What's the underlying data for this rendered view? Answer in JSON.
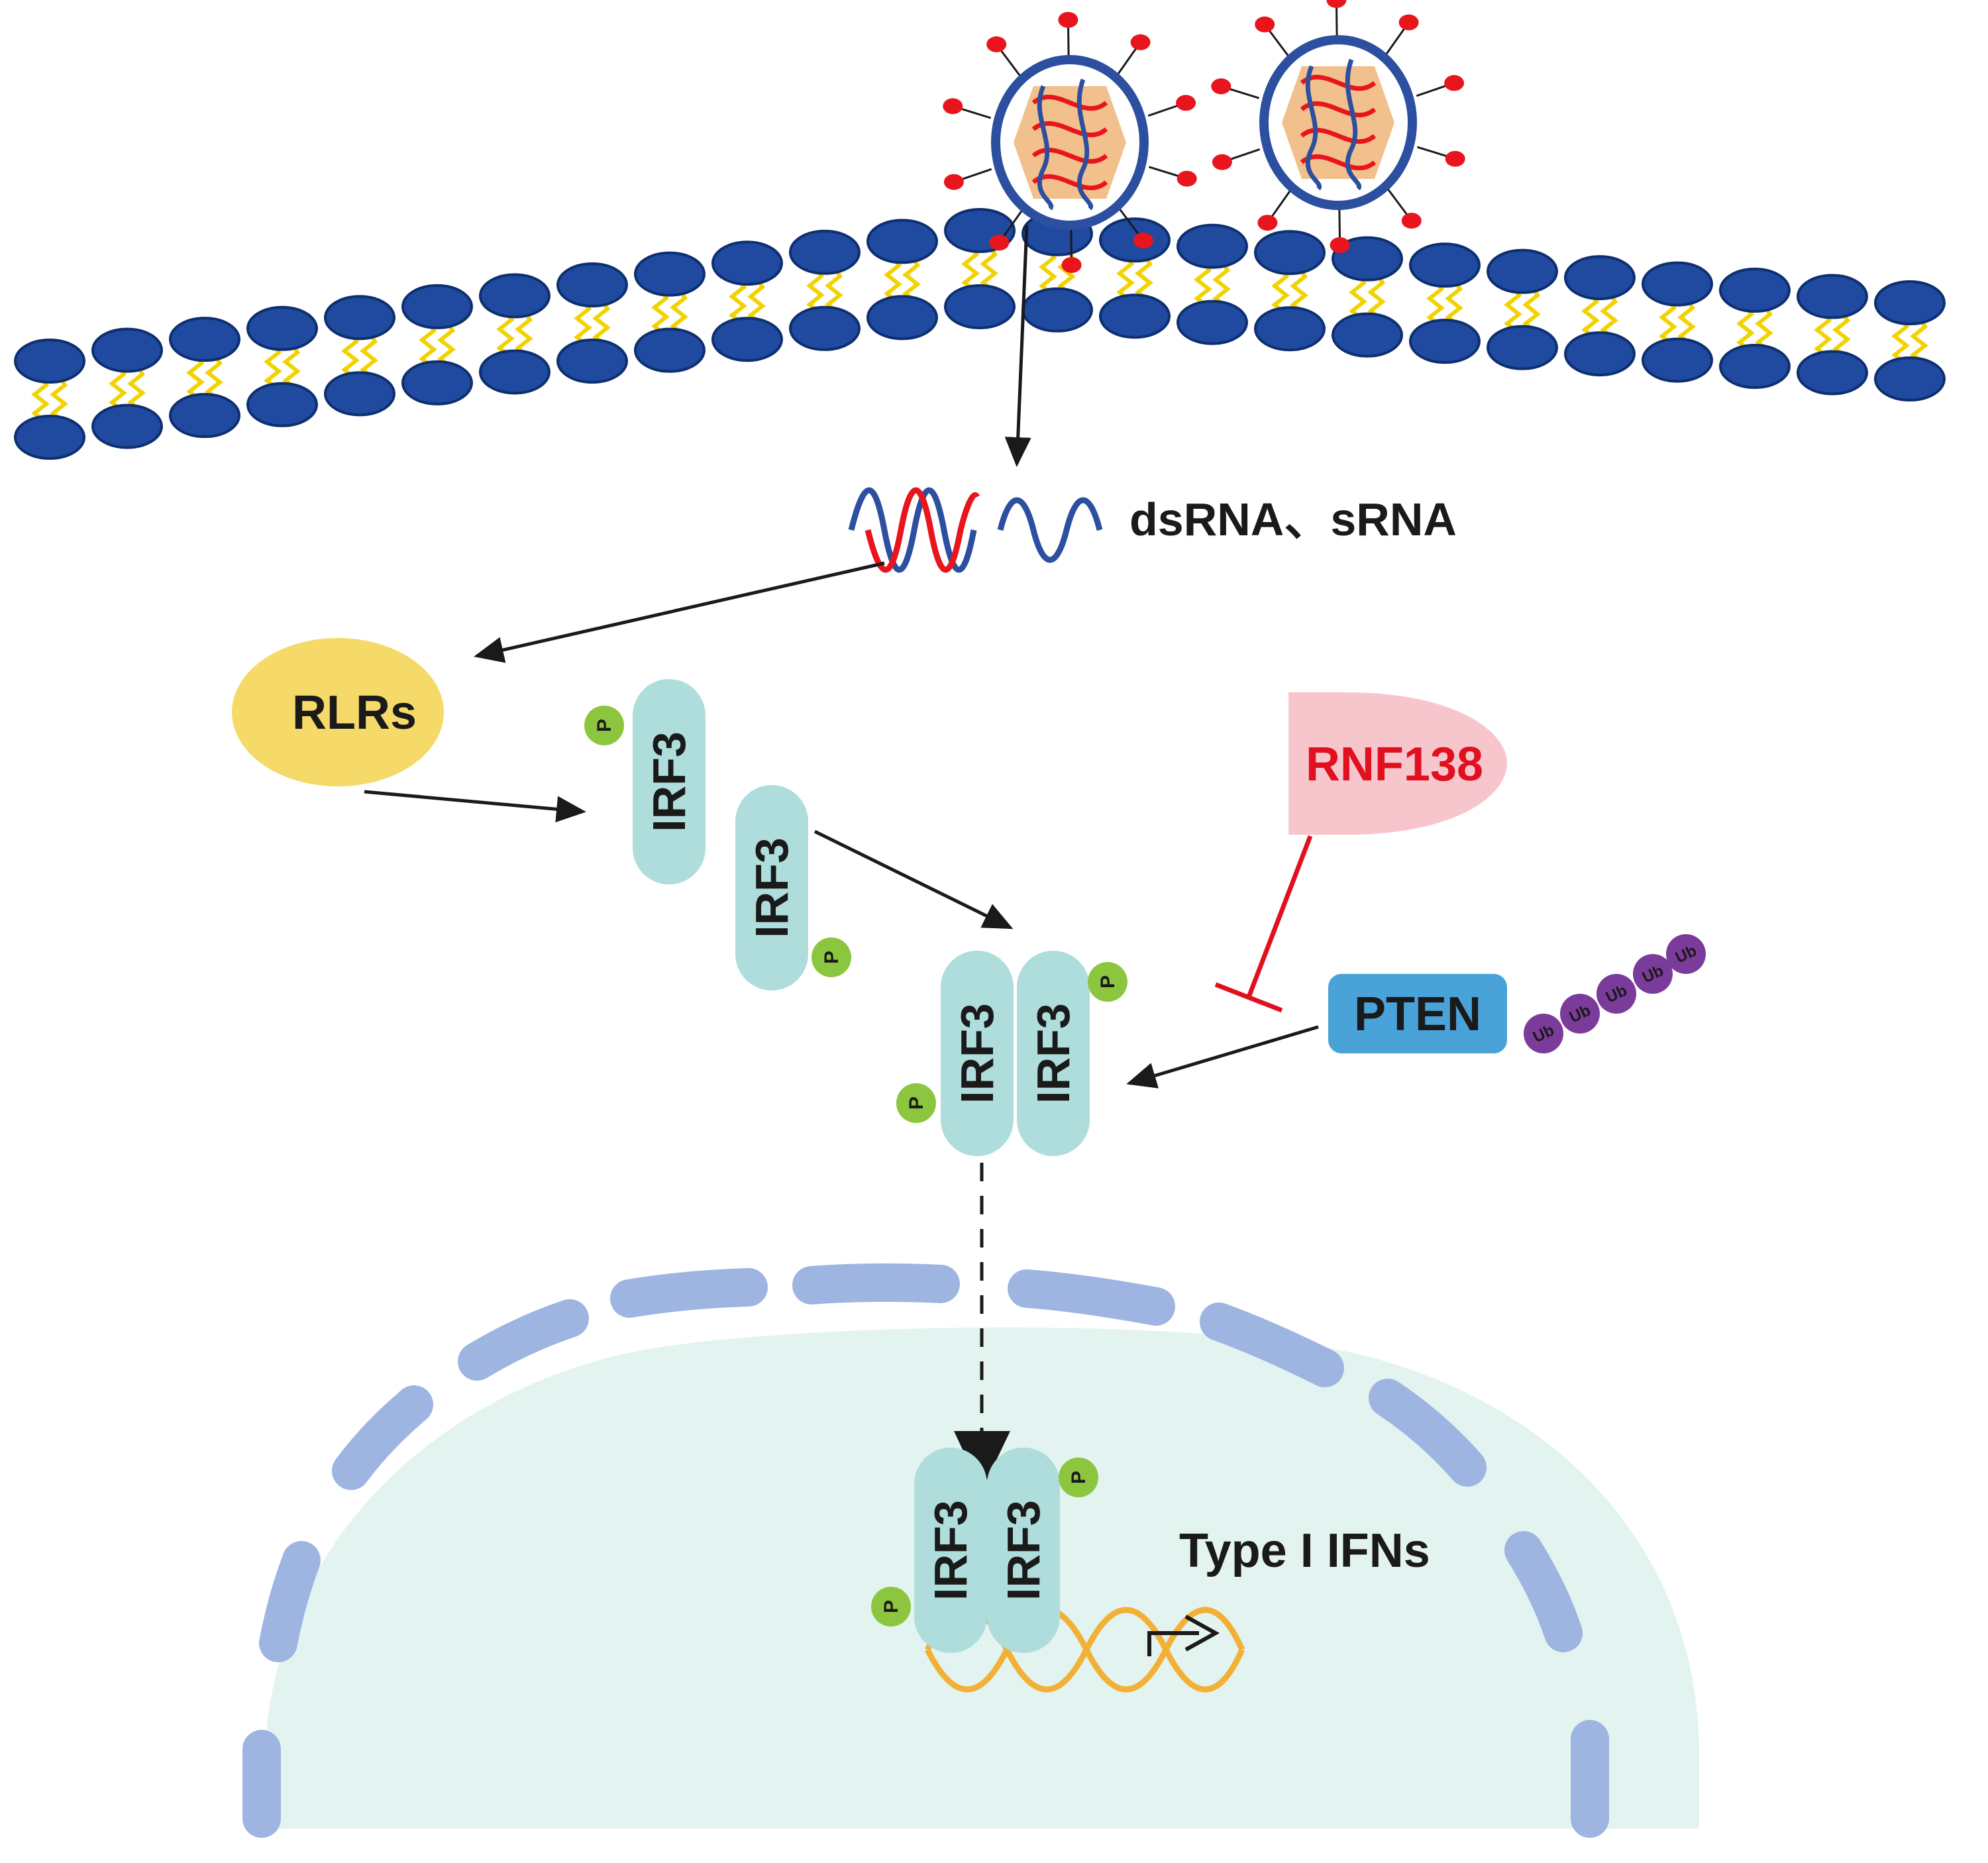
{
  "labels": {
    "rna": "dsRNA、sRNA",
    "rlrs": "RLRs",
    "irf3": "IRF3",
    "phospho": "P",
    "rnf138": "RNF138",
    "pten": "PTEN",
    "ubiquitin": "Ub",
    "type_i_ifns": "Type I IFNs"
  },
  "colors": {
    "membrane_head": "#1f4aa0",
    "membrane_head_stroke": "#0e2f6f",
    "lipid_tail": "#f2d200",
    "virus_spike": "#e8161c",
    "virus_shell": "#2d4fa0",
    "virus_core": "#f2c08c",
    "rlrs": "#f5da6a",
    "irf3": "#aedddc",
    "phospho": "#8cc63f",
    "rnf138": "#f7c6cd",
    "rnf138_text": "#e0101e",
    "inhibit": "#e0101e",
    "pten": "#4aa3d8",
    "ubiquitin": "#7b3b9a",
    "nucleus_fill": "#e3f3f0",
    "nucleus_envelope": "#9db5e0",
    "dna": "#f2b136",
    "arrow": "#1a1a1a"
  }
}
